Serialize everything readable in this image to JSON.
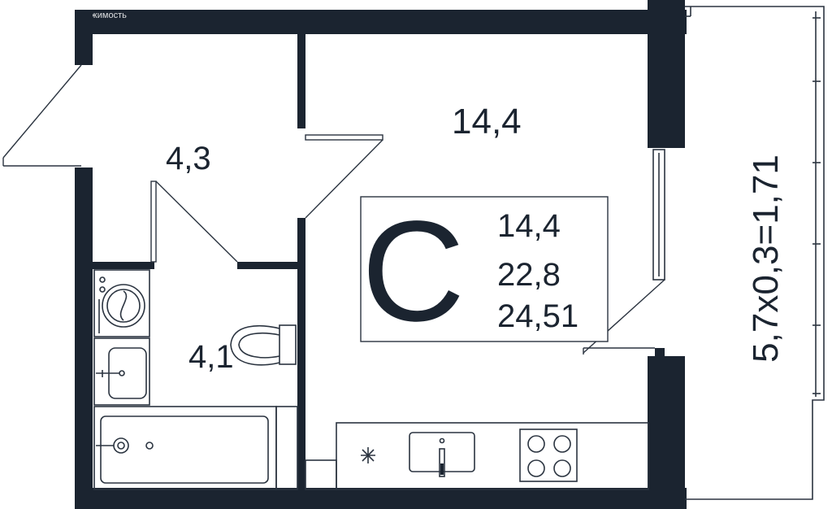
{
  "watermark": "движимость",
  "rooms": {
    "main_room_area": "14,4",
    "hallway_area": "4,3",
    "bathroom_area": "4,1"
  },
  "balcony": {
    "formula": "5,7х0,3=1,71"
  },
  "summary": {
    "type_letter": "С",
    "living_area": "14,4",
    "total_area": "22,8",
    "total_with_balcony": "24,51"
  },
  "colors": {
    "wall": "#1b2430",
    "line": "#2b3440",
    "background": "#ffffff"
  },
  "icons": [
    "washing-machine-icon",
    "sink-icon",
    "toilet-icon",
    "bathtub-icon",
    "fridge-icon",
    "kitchen-sink-icon",
    "cooktop-icon"
  ]
}
